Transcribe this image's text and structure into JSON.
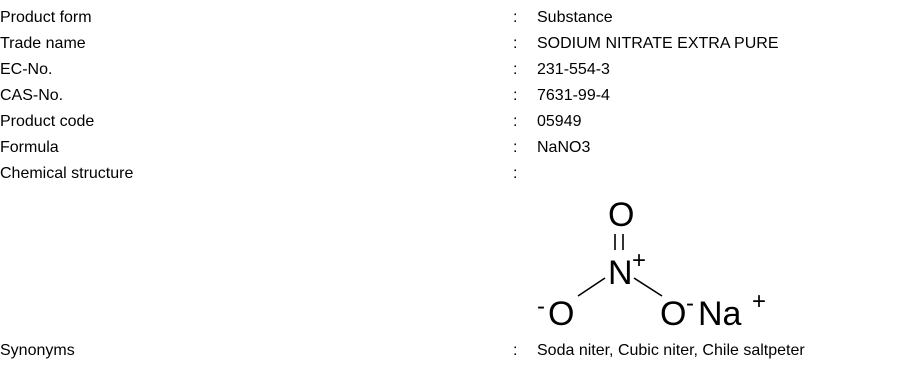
{
  "fields": [
    {
      "label": "Product form",
      "value": "Substance"
    },
    {
      "label": "Trade name",
      "value": "SODIUM NITRATE EXTRA PURE"
    },
    {
      "label": "EC-No.",
      "value": "231-554-3"
    },
    {
      "label": "CAS-No.",
      "value": "7631-99-4"
    },
    {
      "label": "Product code",
      "value": "05949"
    },
    {
      "label": "Formula",
      "value": "NaNO3"
    },
    {
      "label": "Chemical structure",
      "value": ""
    },
    {
      "label": "Synonyms",
      "value": "Soda niter, Cubic niter, Chile saltpeter"
    }
  ],
  "separator": ":",
  "structure": {
    "top_atom": "O",
    "center_atom": "N",
    "center_charge": "+",
    "left_atom": "O",
    "left_charge": "-",
    "right_atom": "O",
    "right_charge": "-",
    "counter_ion": "Na",
    "counter_charge": "+"
  }
}
